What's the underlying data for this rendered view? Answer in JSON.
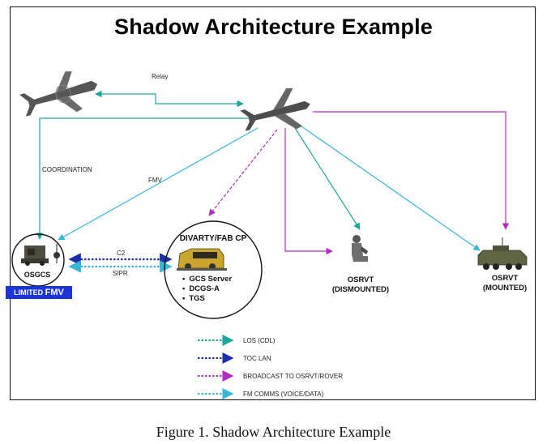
{
  "title": "Shadow Architecture Example",
  "caption": "Figure 1. Shadow Architecture Example",
  "links": {
    "relay": "Relay",
    "coordination": "COORDINATION",
    "fmv": "FMV",
    "c2": "C2",
    "sipr": "SIPR"
  },
  "nodes": {
    "osgcs": "OSGCS",
    "limited_prefix": "LIMITED",
    "limited_suffix": "FMV",
    "divarty": "DIVARTY/FAB CP",
    "divarty_items": [
      "GCS Server",
      "DCGS-A",
      "TGS"
    ],
    "osrvt_dismounted": [
      "OSRVT",
      "(DISMOUNTED)"
    ],
    "osrvt_mounted": [
      "OSRVT",
      "(MOUNTED)"
    ]
  },
  "legend": [
    {
      "label": "LOS (CDL)",
      "color": "#1aa69a"
    },
    {
      "label": "TOC LAN",
      "color": "#1c2ea8"
    },
    {
      "label": "BROADCAST TO OSRVT/ROVER",
      "color": "#b02ec0"
    },
    {
      "label": "FM COMMS (VOICE/DATA)",
      "color": "#38b6d8"
    }
  ],
  "colors": {
    "los": "#1aa69a",
    "toc_lan": "#1c2ea8",
    "broadcast": "#b02ec0",
    "fm": "#38b6d8",
    "badge": "#1b35d8"
  },
  "icons": {
    "uav_left": "uav-icon",
    "uav_main": "uav-icon",
    "ground_station": "ground-control-station-icon",
    "command_post": "command-post-vehicle-icon",
    "soldier": "kneeling-soldier-icon",
    "armored_vehicle": "armored-vehicle-icon"
  }
}
